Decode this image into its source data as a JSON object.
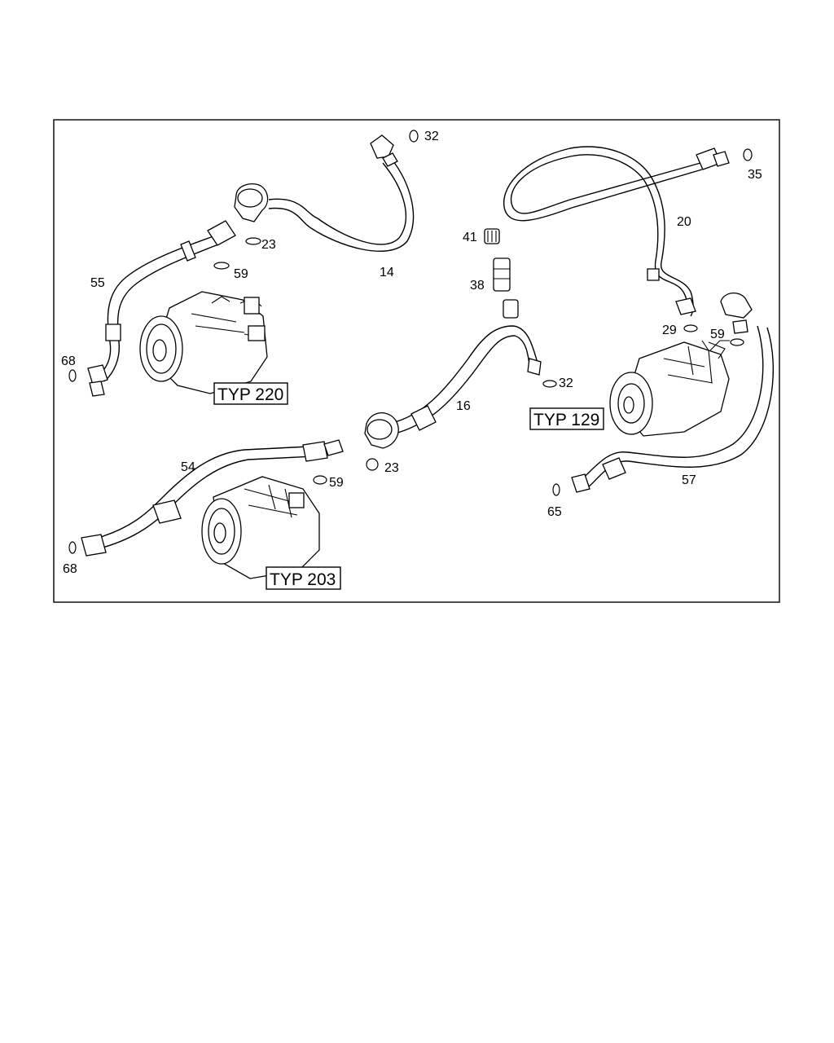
{
  "callouts": {
    "c32a": "32",
    "c23a": "23",
    "c59a": "59",
    "c14": "14",
    "c55": "55",
    "c68a": "68",
    "c35": "35",
    "c20": "20",
    "c41": "41",
    "c38": "38",
    "c29": "29",
    "c59b": "59",
    "c32b": "32",
    "c16": "16",
    "c23b": "23",
    "c54": "54",
    "c59c": "59",
    "c68b": "68",
    "c57": "57",
    "c65": "65"
  },
  "variants": {
    "typ220": "TYP 220",
    "typ129": "TYP 129",
    "typ203": "TYP 203"
  }
}
